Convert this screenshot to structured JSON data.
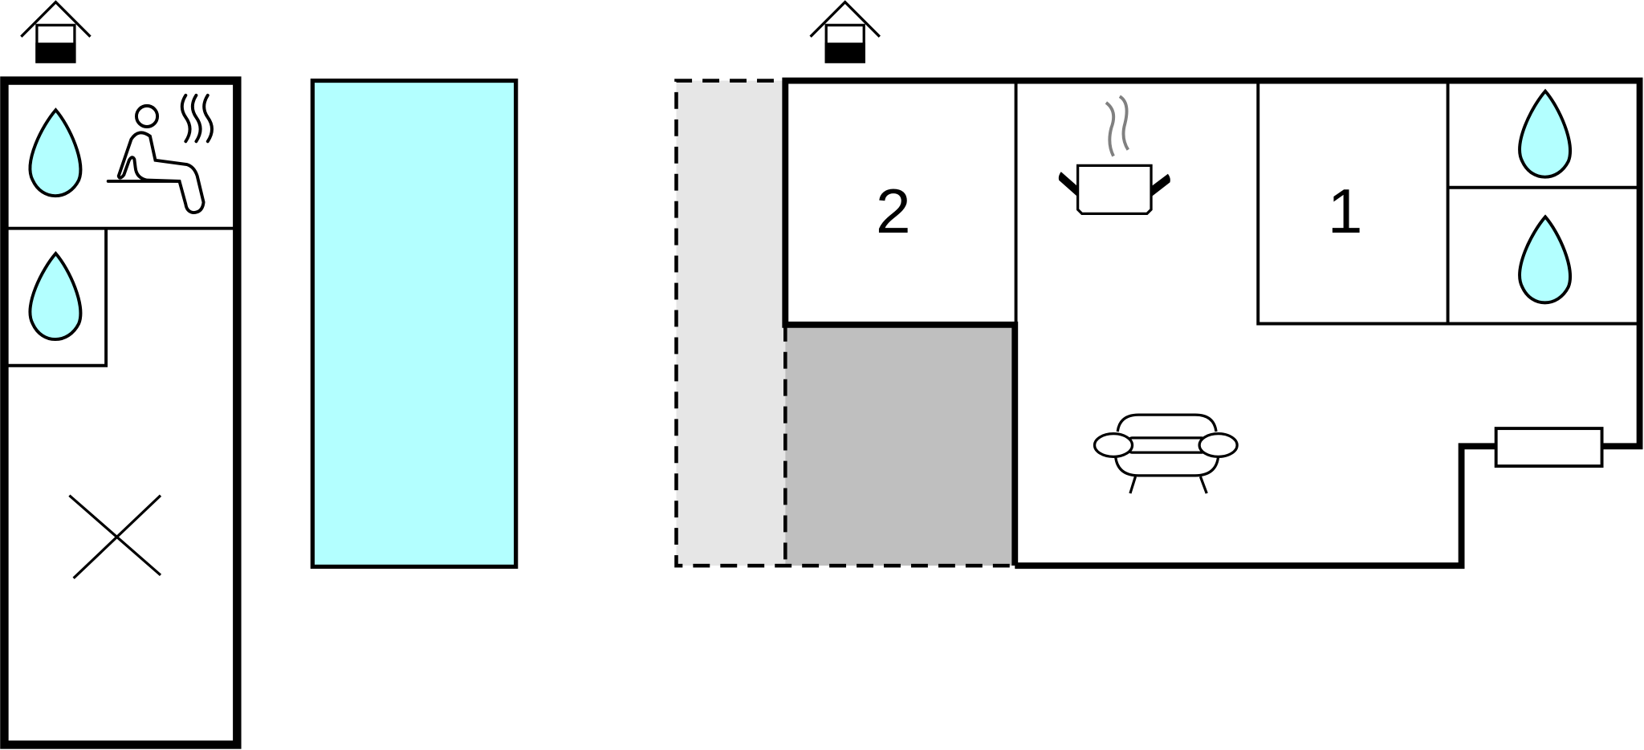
{
  "rooms": {
    "bedroom_2_label": "2",
    "bedroom_1_label": "1"
  },
  "colors": {
    "wall": "#000000",
    "water": "#b3ffff",
    "pool": "#b3ffff",
    "terrace_light": "#e6e6e6",
    "terrace_dark": "#bfbfbf",
    "steam": "#808080"
  },
  "icons": [
    "house-entrance-icon",
    "water-drop-icon",
    "sauna-icon",
    "cross-icon",
    "pool",
    "kitchen-pot-icon",
    "sofa-icon",
    "radiator-icon"
  ]
}
